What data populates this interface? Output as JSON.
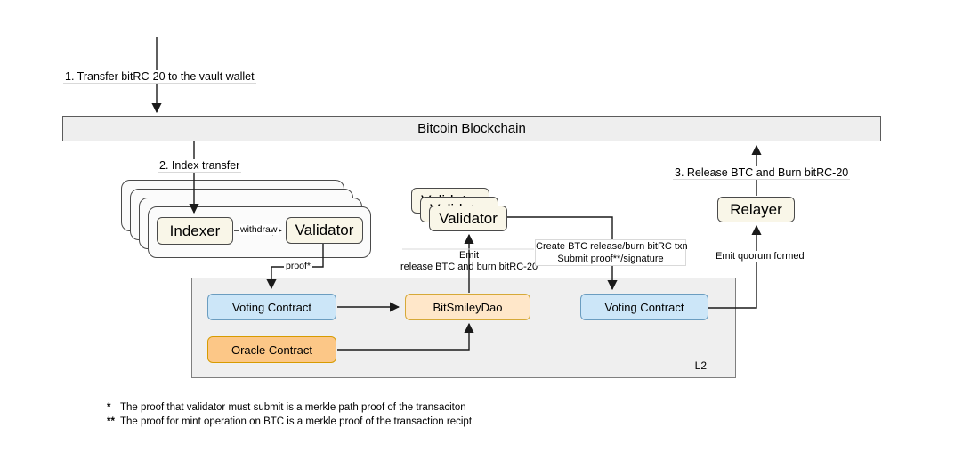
{
  "flow_steps": {
    "step1": "1. Transfer bitRC-20 to the vault wallet",
    "step2": "2. Index transfer",
    "step3": "3. Release BTC and Burn bitRC-20"
  },
  "blockchain": {
    "label": "Bitcoin Blockchain"
  },
  "indexer_group": {
    "indexer": "Indexer",
    "validator": "Validator",
    "withdraw_edge": "withdraw",
    "proof_edge": "proof*"
  },
  "validator_stack": {
    "label": "Validator"
  },
  "edges": {
    "emit_release": {
      "line1": "Emit",
      "line2": "release BTC and burn bitRC-20"
    },
    "create_txn": {
      "line1": "Create BTC release/burn bitRC txn",
      "line2": "Submit proof**/signature"
    },
    "emit_quorum": "Emit quorum formed"
  },
  "relayer": {
    "label": "Relayer"
  },
  "l2": {
    "label": "L2",
    "voting_contract_left": "Voting Contract",
    "bitsmiley_dao": "BitSmileyDao",
    "voting_contract_right": "Voting Contract",
    "oracle_contract": "Oracle Contract"
  },
  "footnotes": [
    {
      "marker": "*",
      "text": "The proof that validator must submit is a merkle path proof of the transaciton"
    },
    {
      "marker": "**",
      "text": "The proof for mint operation on BTC is a merkle proof of the transaction recipt"
    }
  ],
  "colors": {
    "node_cream": "#f9f6e8",
    "node_blue": "#cce6f8",
    "node_peach": "#ffe7c9",
    "node_orange": "#fcc787",
    "container_gray": "#efefef",
    "bar_gray": "#eeeeee",
    "border_dark": "#4a4a4a",
    "border_blue": "#6b9dc0",
    "border_gold": "#d6a938",
    "border_orange": "#d79b00",
    "connector_black": "#1a1a1a"
  }
}
